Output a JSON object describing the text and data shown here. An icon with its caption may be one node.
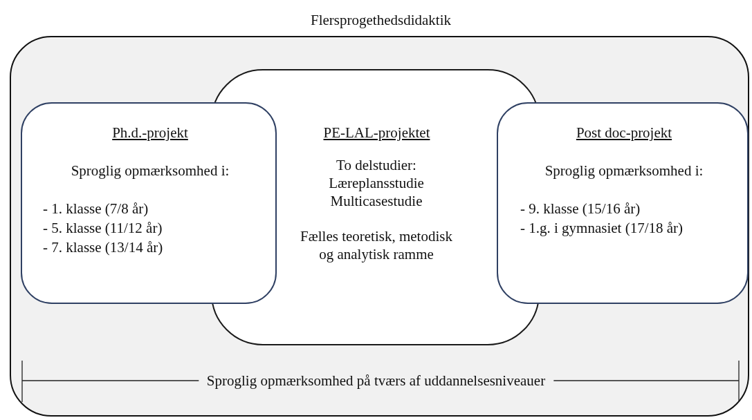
{
  "diagram": {
    "nodes": [
      {
        "text": [
          "Flersprogethedsdidaktik"
        ]
      },
      {
        "text": [
          "PE-LAL-projektet",
          "To delstudier: Læreplansstudie Multicasestudie",
          "Fælles teoretisk, metodisk og analytisk ramme"
        ],
        "in": 0
      },
      {
        "text": [
          "Ph.d.-projekt",
          "Sproglig opmærksomhed i:",
          "- 1. klasse (7/8 år)",
          "- 5. klasse (11/12 år)",
          "- 7. klasse (13/14 år)"
        ],
        "in": 0
      },
      {
        "text": [
          "Post doc-projekt",
          "Sproglig opmærksomhed i:",
          "- 9. klasse (15/16 år)",
          "- 1.g. i gymnasiet (17/18 år)"
        ],
        "in": 0
      }
    ],
    "edges": [],
    "labels": [
      "Sproglig opmærksomhed på tværs af uddannelsesniveauer"
    ]
  }
}
